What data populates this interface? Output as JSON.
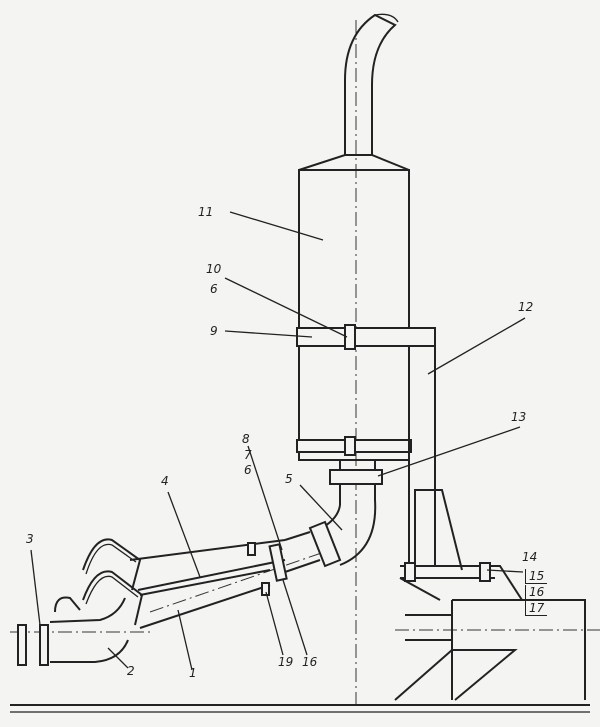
{
  "labels": {
    "l1": "1",
    "l2": "2",
    "l3": "3",
    "l4": "4",
    "l5": "5",
    "l6a": "6",
    "l6b": "6",
    "l7": "7",
    "l8": "8",
    "l9": "9",
    "l10": "10",
    "l11": "11",
    "l12": "12",
    "l13": "13",
    "l14": "14",
    "l15": "15",
    "l16a": "16",
    "l17": "17",
    "l16b": "16",
    "l19": "19"
  }
}
